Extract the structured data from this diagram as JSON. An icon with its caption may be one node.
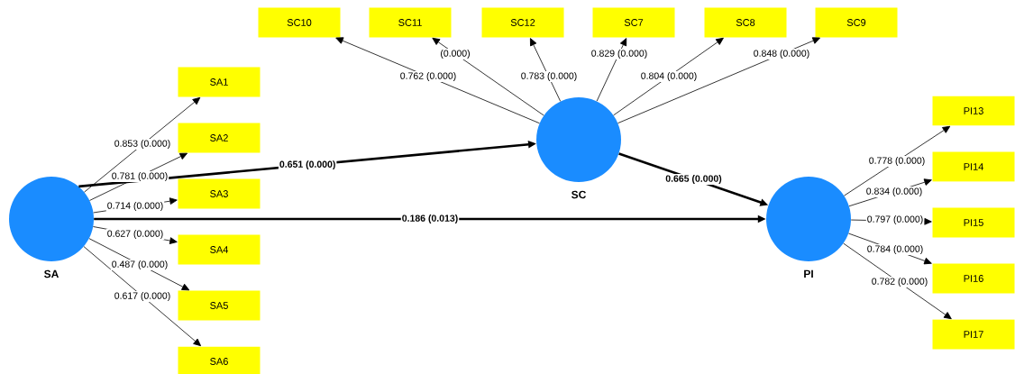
{
  "diagram": {
    "nodes": [
      {
        "text": [
          "SA"
        ]
      },
      {
        "text": [
          "SC"
        ]
      },
      {
        "text": [
          "PI"
        ]
      },
      {
        "text": [
          "SA1"
        ]
      },
      {
        "text": [
          "SA2"
        ]
      },
      {
        "text": [
          "SA3"
        ]
      },
      {
        "text": [
          "SA4"
        ]
      },
      {
        "text": [
          "SA5"
        ]
      },
      {
        "text": [
          "SA6"
        ]
      },
      {
        "text": [
          "SC10"
        ]
      },
      {
        "text": [
          "SC11"
        ]
      },
      {
        "text": [
          "SC12"
        ]
      },
      {
        "text": [
          "SC7"
        ]
      },
      {
        "text": [
          "SC8"
        ]
      },
      {
        "text": [
          "SC9"
        ]
      },
      {
        "text": [
          "PI13"
        ]
      },
      {
        "text": [
          "PI14"
        ]
      },
      {
        "text": [
          "PI15"
        ]
      },
      {
        "text": [
          "PI16"
        ]
      },
      {
        "text": [
          "PI17"
        ]
      }
    ],
    "edges": [
      {
        "from": 0,
        "to": 3,
        "arrow": "to",
        "label": "0.853 (0.000)"
      },
      {
        "from": 0,
        "to": 4,
        "arrow": "to",
        "label": "0.781 (0.000)"
      },
      {
        "from": 0,
        "to": 5,
        "arrow": "to",
        "label": "0.714 (0.000)"
      },
      {
        "from": 0,
        "to": 6,
        "arrow": "to",
        "label": "0.627 (0.000)"
      },
      {
        "from": 0,
        "to": 7,
        "arrow": "to",
        "label": "0.487 (0.000)"
      },
      {
        "from": 0,
        "to": 8,
        "arrow": "to",
        "label": "0.617 (0.000)"
      },
      {
        "from": 1,
        "to": 9,
        "arrow": "to",
        "label": "0.762 (0.000)"
      },
      {
        "from": 1,
        "to": 10,
        "arrow": "to",
        "label": "(0.000)"
      },
      {
        "from": 1,
        "to": 11,
        "arrow": "to",
        "label": "0.783 (0.000)"
      },
      {
        "from": 1,
        "to": 12,
        "arrow": "to",
        "label": "0.829 (0.000)"
      },
      {
        "from": 1,
        "to": 13,
        "arrow": "to",
        "label": "0.804 (0.000)"
      },
      {
        "from": 1,
        "to": 14,
        "arrow": "to",
        "label": "0.848 (0.000)"
      },
      {
        "from": 2,
        "to": 15,
        "arrow": "to",
        "label": "0.778 (0.000)"
      },
      {
        "from": 2,
        "to": 16,
        "arrow": "to",
        "label": "0.834 (0.000)"
      },
      {
        "from": 2,
        "to": 17,
        "arrow": "to",
        "label": "0.797 (0.000)"
      },
      {
        "from": 2,
        "to": 18,
        "arrow": "to",
        "label": "0.784 (0.000)"
      },
      {
        "from": 2,
        "to": 19,
        "arrow": "to",
        "label": "0.782 (0.000)"
      },
      {
        "from": 0,
        "to": 1,
        "arrow": "to",
        "label": "0.651 (0.000)",
        "style": "thick"
      },
      {
        "from": 1,
        "to": 2,
        "arrow": "to",
        "label": "0.665 (0.000)",
        "style": "thick"
      },
      {
        "from": 0,
        "to": 2,
        "arrow": "to",
        "label": "0.186 (0.013)",
        "style": "thick"
      }
    ]
  }
}
